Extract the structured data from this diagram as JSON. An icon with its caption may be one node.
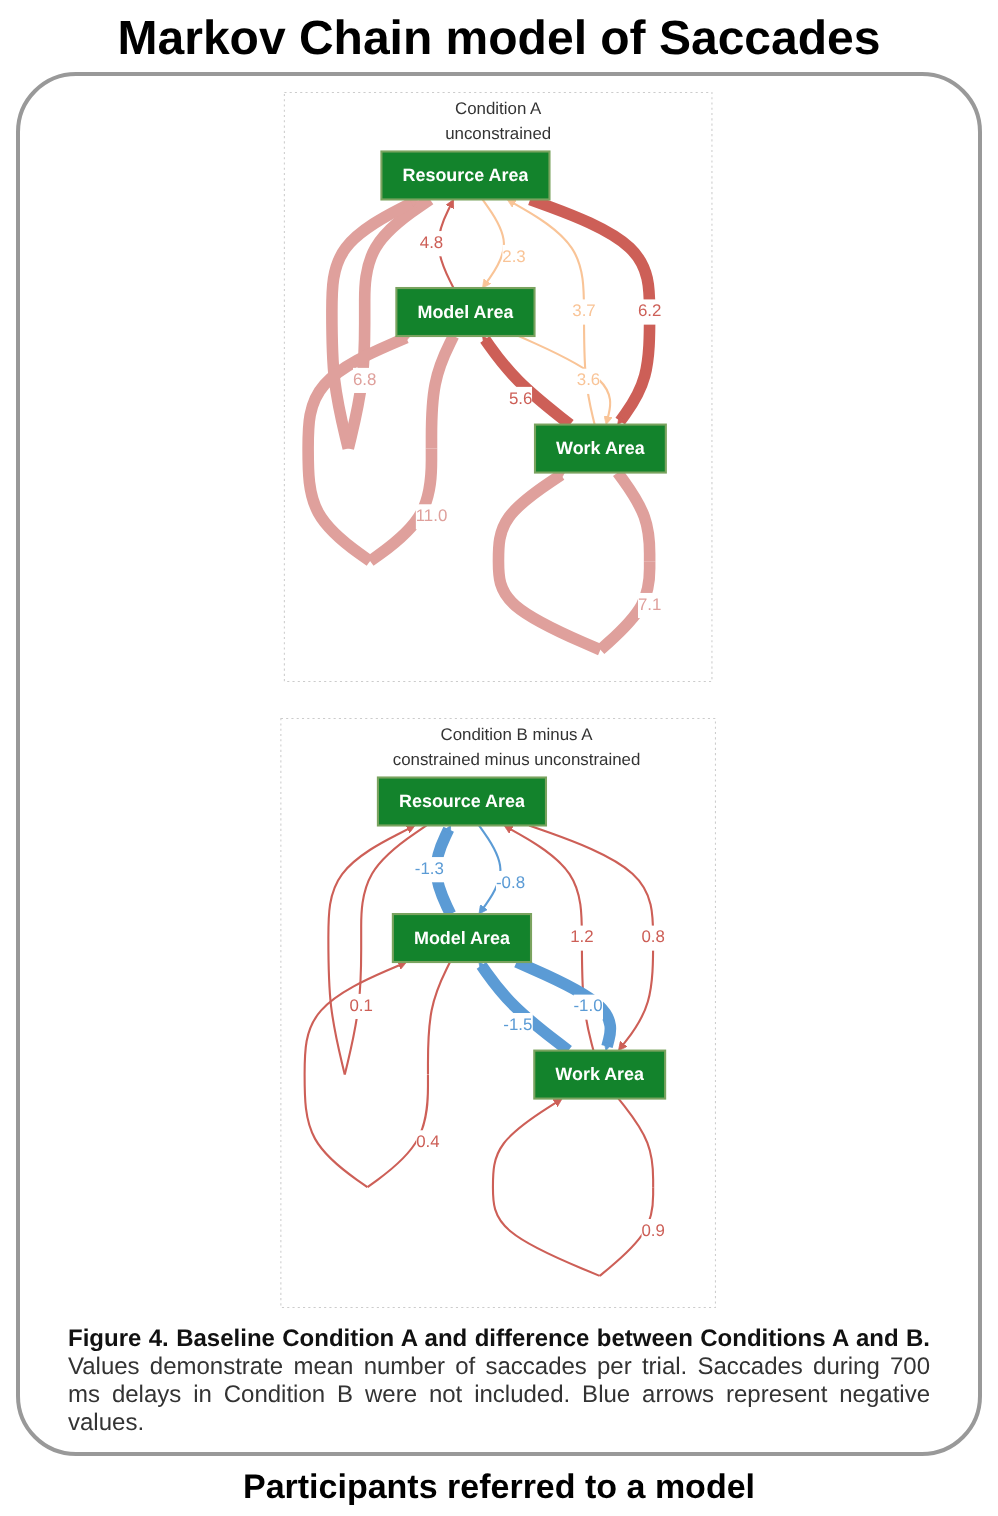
{
  "diagram": {
    "title": "Markov Chain model of Saccades",
    "caption": "**Figure 4. Baseline Condition A and difference between Conditions A and B.** Values demonstrate mean number of saccades per trial. Saccades during 700 ms delays in Condition B were not included. Blue arrows represent negative values.",
    "nodes": [
      {
        "text": [
          "Condition A",
          "unconstrained"
        ]
      },
      {
        "text": [
          "Resource Area"
        ],
        "in": 0
      },
      {
        "text": [
          "Model Area"
        ],
        "in": 0
      },
      {
        "text": [
          "Work Area"
        ],
        "in": 0
      },
      {
        "text": [
          "Condition B minus A",
          "constrained minus unconstrained"
        ]
      },
      {
        "text": [
          "Resource Area"
        ],
        "in": 4
      },
      {
        "text": [
          "Model Area"
        ],
        "in": 4
      },
      {
        "text": [
          "Work Area"
        ],
        "in": 4
      }
    ],
    "edges": [
      {
        "from": 2,
        "to": 1,
        "arrow": "to",
        "label": "4.8"
      },
      {
        "from": 1,
        "to": 2,
        "arrow": "to",
        "label": "2.3",
        "color": "#f9c497"
      },
      {
        "from": 3,
        "to": 1,
        "arrow": "to",
        "label": "3.7",
        "color": "#f9c497"
      },
      {
        "from": 1,
        "to": 3,
        "arrow": "to",
        "label": "6.2",
        "style": "thick"
      },
      {
        "from": 2,
        "to": 3,
        "arrow": "to",
        "label": "3.6",
        "color": "#f9c497"
      },
      {
        "from": 3,
        "to": 2,
        "arrow": "to",
        "label": "5.6",
        "style": "thick"
      },
      {
        "from": 1,
        "to": 1,
        "arrow": "to",
        "label": "6.8",
        "style": "thick",
        "color": "#dfa09c"
      },
      {
        "from": 2,
        "to": 2,
        "arrow": "to",
        "label": "11.0",
        "style": "thick",
        "color": "#dfa09c"
      },
      {
        "from": 3,
        "to": 3,
        "arrow": "to",
        "label": "7.1",
        "style": "thick",
        "color": "#dfa09c"
      },
      {
        "from": 6,
        "to": 5,
        "arrow": "to",
        "label": "-1.3",
        "style": "thick",
        "color": "#5b9bd5"
      },
      {
        "from": 5,
        "to": 6,
        "arrow": "to",
        "label": "-0.8",
        "color": "#5b9bd5"
      },
      {
        "from": 7,
        "to": 5,
        "arrow": "to",
        "label": "1.2"
      },
      {
        "from": 5,
        "to": 7,
        "arrow": "to",
        "label": "0.8"
      },
      {
        "from": 6,
        "to": 7,
        "arrow": "to",
        "label": "-1.0",
        "style": "thick",
        "color": "#5b9bd5"
      },
      {
        "from": 7,
        "to": 6,
        "arrow": "to",
        "label": "-1.5",
        "style": "thick",
        "color": "#5b9bd5"
      },
      {
        "from": 5,
        "to": 5,
        "arrow": "to",
        "label": "0.1"
      },
      {
        "from": 6,
        "to": 6,
        "arrow": "to",
        "label": "0.4"
      },
      {
        "from": 7,
        "to": 7,
        "arrow": "to",
        "label": "0.9"
      }
    ],
    "labels": [
      "Participants referred to a model"
    ]
  }
}
